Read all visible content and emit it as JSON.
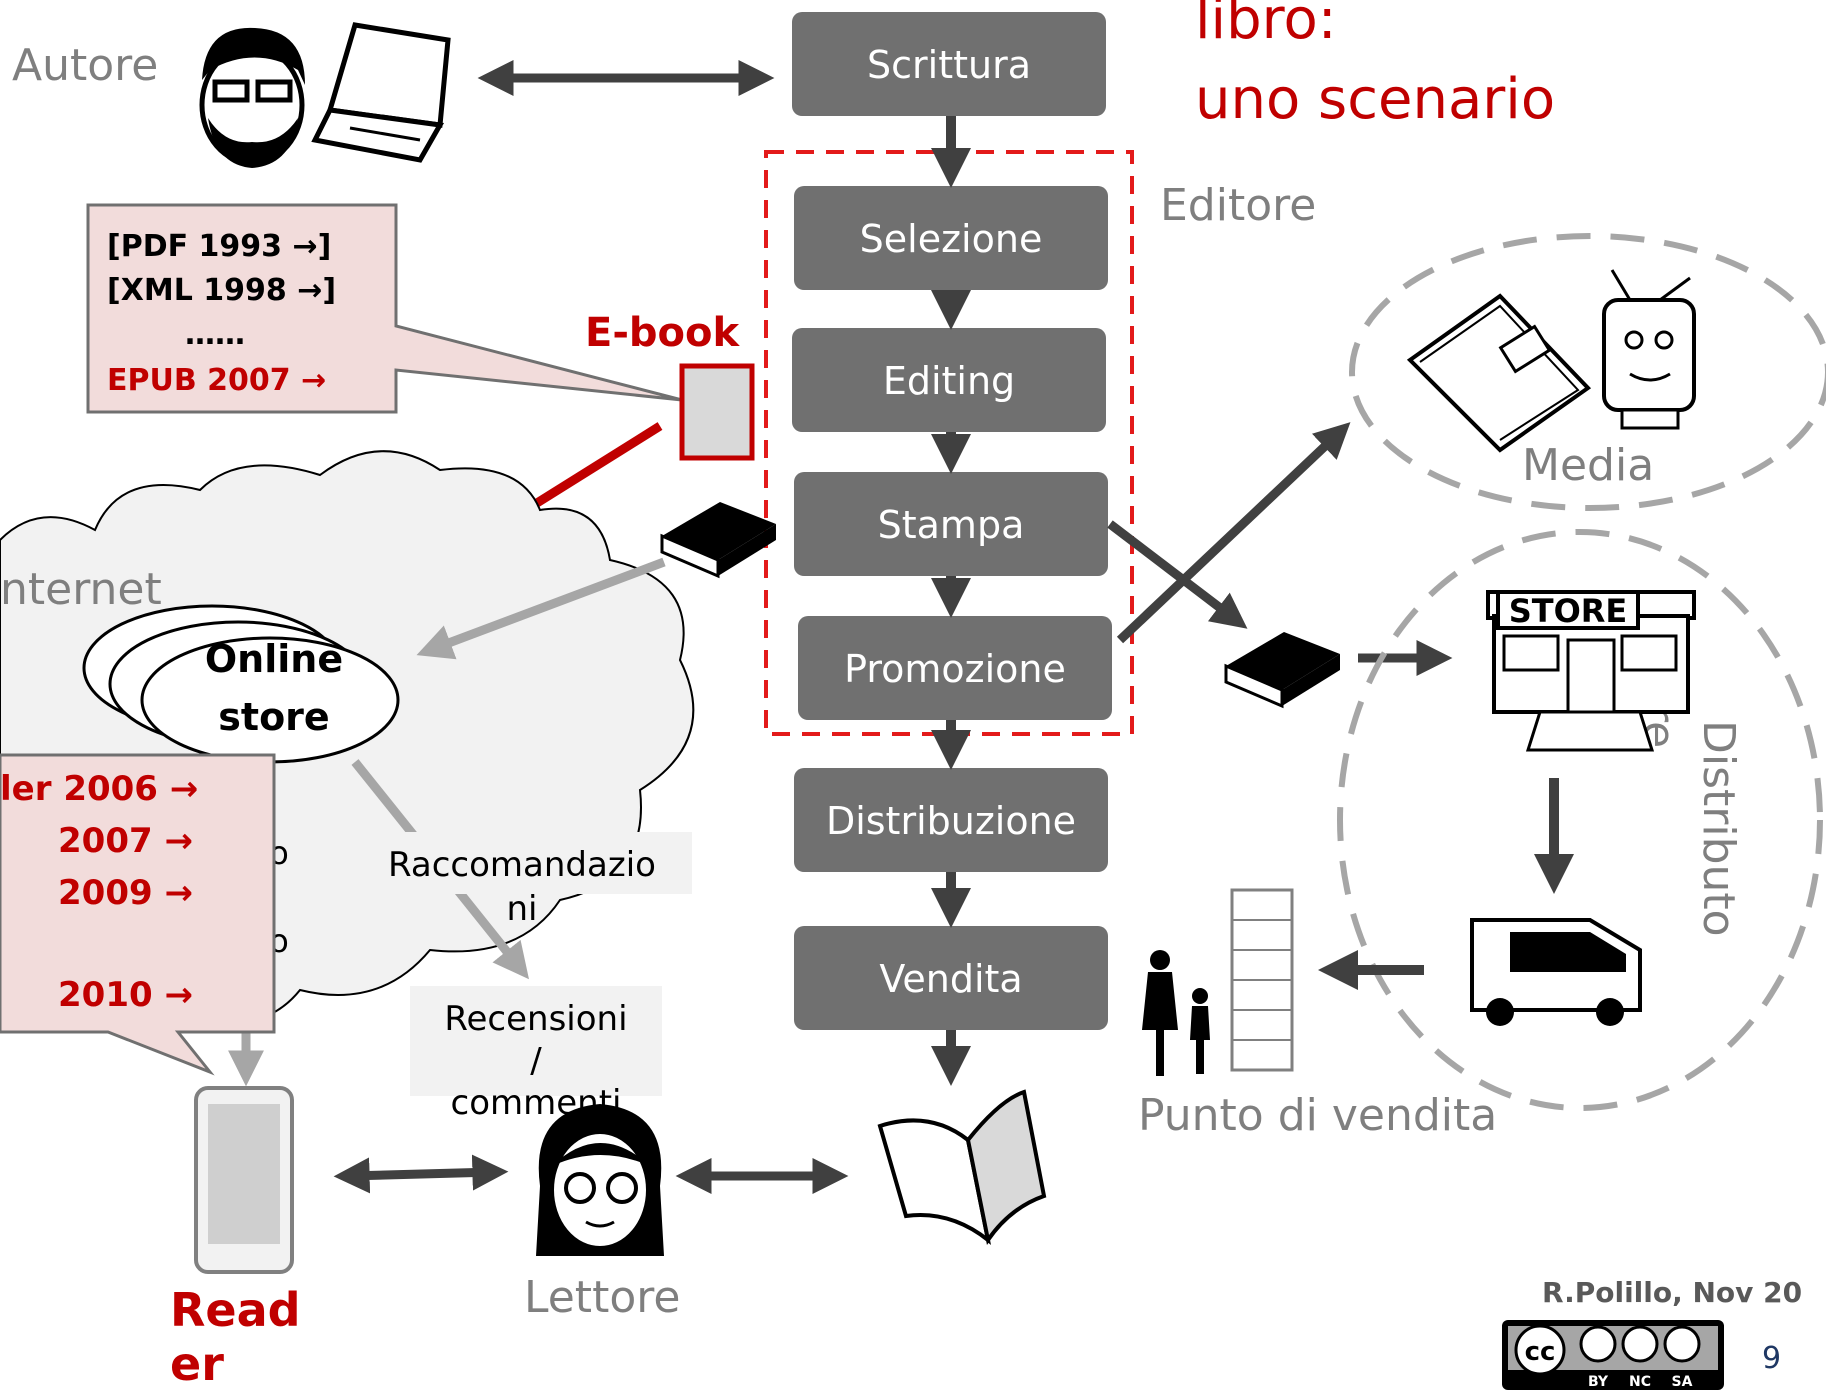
{
  "title_lines": [
    "libro:",
    "uno scenario"
  ],
  "actors": {
    "autore": "Autore",
    "editore": "Editore",
    "lettore": "Lettore",
    "reader": [
      "Read",
      "er"
    ],
    "media": "Media",
    "punto_vendita": "Punto di vendita",
    "distributore": "Distributo",
    "distributore_tail": "re",
    "internet": "nternet"
  },
  "workflow": [
    "Scrittura",
    "Selezione",
    "Editing",
    "Stampa",
    "Promozione",
    "Distribuzione",
    "Vendita"
  ],
  "ebook_label": "E-book",
  "format_callout": [
    "[PDF 1993 →]",
    "[XML 1998 →]",
    "……",
    "EPUB 2007 →"
  ],
  "reader_callout": [
    "ler 2006 →",
    "2007 →",
    "2009 →",
    "2010 →"
  ],
  "online_store": [
    "Online",
    "store"
  ],
  "cloud_fragments": [
    "sto",
    "gio"
  ],
  "raccomandazioni": [
    "Raccomandazio",
    "ni"
  ],
  "recensioni": [
    "Recensioni",
    "/",
    "commenti"
  ],
  "store_sign": "STORE",
  "footer": {
    "author": "R.Polillo, Nov 20",
    "license": [
      "BY",
      "NC",
      "SA"
    ],
    "page": "9"
  },
  "colors": {
    "box": "#707070",
    "arrow": "#404040",
    "accent": "#c00000",
    "light_arrow": "#a6a6a6",
    "callout": "#f2dcdb",
    "gray_text": "#7f7f7f"
  }
}
